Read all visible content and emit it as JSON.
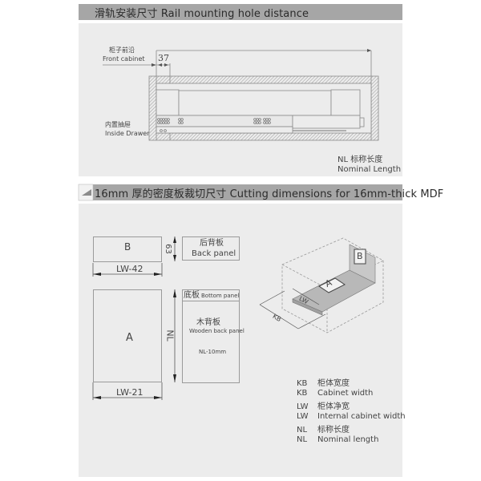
{
  "section1": {
    "header": "滑轨安装尺寸 Rail mounting hole distance",
    "front_cabinet_cn": "柜子前沿",
    "front_cabinet_en": "Front cabinet",
    "dimension_37": "37",
    "inside_drawer_cn": "内置抽屉",
    "inside_drawer_en": "Inside Drawer",
    "nl_cn": "NL 标称长度",
    "nl_en": "Nominal Length"
  },
  "section2": {
    "header": "16mm 厚的密度板裁切尺寸  Cutting dimensions for 16mm-thick MDF",
    "panel_b": {
      "label": "B",
      "width_dim": "LW-42",
      "height_dim": "63",
      "name_cn": "后背板",
      "name_en": "Back panel"
    },
    "panel_a": {
      "label": "A",
      "width_dim": "LW-21",
      "height_dim": "NL",
      "bottom_cn": "底板",
      "bottom_en": "Bottom panel",
      "wooden_cn": "木背板",
      "wooden_en": "Wooden back panel",
      "wooden_dim": "NL-10mm"
    },
    "iso": {
      "lw": "LW",
      "kb": "KB",
      "a": "A",
      "b": "B"
    },
    "legend": [
      {
        "key": "KB",
        "cn": "柜体宽度",
        "en": "Cabinet width"
      },
      {
        "key": "LW",
        "cn": "柜体净宽",
        "en": "Internal cabinet width"
      },
      {
        "key": "NL",
        "cn": "标称长度",
        "en": "Nominal length"
      }
    ]
  },
  "colors": {
    "header_bg": "#a6a6a6",
    "panel_bg": "#ececec",
    "line": "#8a8a8a",
    "text": "#444444"
  }
}
